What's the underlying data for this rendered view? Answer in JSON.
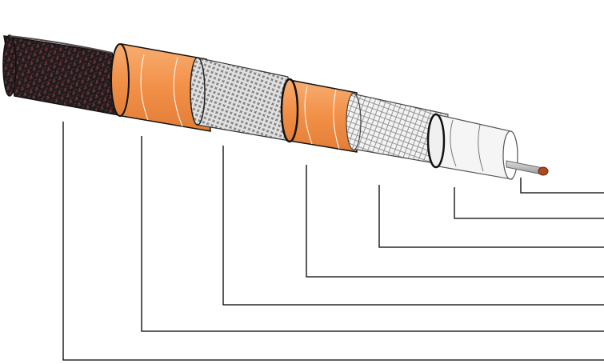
{
  "diagram": {
    "layers": [
      {
        "name": "outer-jacket",
        "color": "#2a1d1f",
        "accent": "#9a3040"
      },
      {
        "name": "tape-wrap-outer",
        "color": "#f2944f"
      },
      {
        "name": "braid-shield-outer",
        "color": "#d8d8d8"
      },
      {
        "name": "tape-wrap-inner",
        "color": "#f2944f"
      },
      {
        "name": "braid-shield-inner",
        "color": "#efefef"
      },
      {
        "name": "dielectric",
        "color": "#f4f4f4"
      },
      {
        "name": "center-conductor",
        "color": "#b9b9b9",
        "tip": "#b4481c"
      }
    ],
    "leader_count": 7,
    "line_color": "#000000"
  }
}
